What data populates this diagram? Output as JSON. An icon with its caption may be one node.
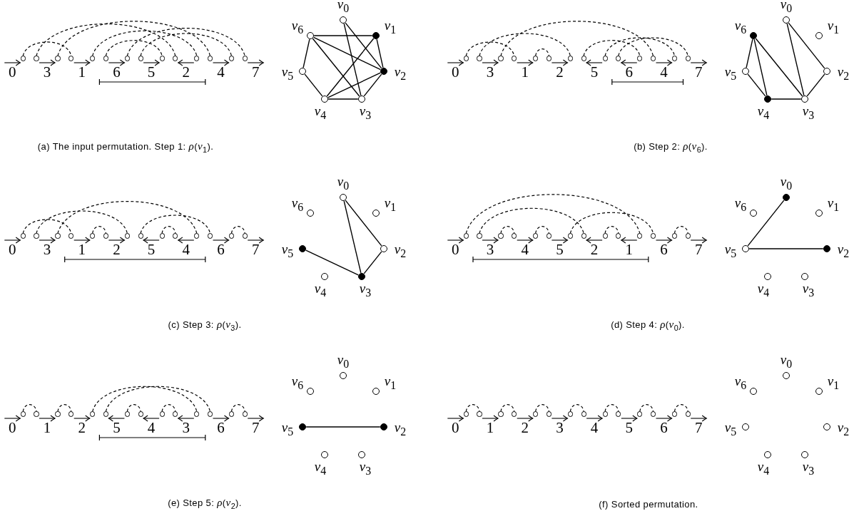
{
  "diagram": {
    "nodes": [
      {
        "text": [],
        "shape": "circle"
      },
      {
        "text": [],
        "shape": "circle"
      },
      {
        "text": [],
        "shape": "circle"
      },
      {
        "text": [],
        "shape": "circle"
      },
      {
        "text": [],
        "shape": "circle"
      },
      {
        "text": [],
        "shape": "circle"
      },
      {
        "text": [],
        "shape": "circle"
      },
      {
        "text": [],
        "shape": "circle"
      },
      {
        "text": [],
        "shape": "circle"
      },
      {
        "text": [],
        "shape": "circle"
      },
      {
        "text": [],
        "shape": "circle"
      },
      {
        "text": [],
        "shape": "circle"
      },
      {
        "text": [],
        "shape": "circle"
      },
      {
        "text": [],
        "shape": "circle"
      },
      {
        "text": [],
        "shape": "circle",
        "beside": [
          "*v*$_{0}$"
        ]
      },
      {
        "text": [],
        "shape": "circle",
        "beside": [
          "*v*$_{1}$"
        ]
      },
      {
        "text": [],
        "shape": "circle",
        "beside": [
          "*v*$_{2}$"
        ]
      },
      {
        "text": [],
        "shape": "circle",
        "beside": [
          "*v*$_{3}$"
        ]
      },
      {
        "text": [],
        "shape": "circle",
        "beside": [
          "*v*$_{4}$"
        ]
      },
      {
        "text": [],
        "shape": "circle",
        "beside": [
          "*v*$_{5}$"
        ]
      },
      {
        "text": [],
        "shape": "circle",
        "beside": [
          "*v*$_{6}$"
        ]
      },
      {
        "text": [],
        "shape": "circle"
      },
      {
        "text": [],
        "shape": "circle"
      },
      {
        "text": [],
        "shape": "circle"
      },
      {
        "text": [],
        "shape": "circle"
      },
      {
        "text": [],
        "shape": "circle"
      },
      {
        "text": [],
        "shape": "circle"
      },
      {
        "text": [],
        "shape": "circle"
      },
      {
        "text": [],
        "shape": "circle"
      },
      {
        "text": [],
        "shape": "circle"
      },
      {
        "text": [],
        "shape": "circle"
      },
      {
        "text": [],
        "shape": "circle"
      },
      {
        "text": [],
        "shape": "circle"
      },
      {
        "text": [],
        "shape": "circle"
      },
      {
        "text": [],
        "shape": "circle"
      },
      {
        "text": [],
        "shape": "circle",
        "beside": [
          "*v*$_{0}$"
        ]
      },
      {
        "text": [],
        "shape": "circle",
        "beside": [
          "*v*$_{1}$"
        ]
      },
      {
        "text": [],
        "shape": "circle",
        "beside": [
          "*v*$_{2}$"
        ]
      },
      {
        "text": [],
        "shape": "circle",
        "beside": [
          "*v*$_{3}$"
        ]
      },
      {
        "text": [],
        "shape": "circle",
        "beside": [
          "*v*$_{4}$"
        ]
      },
      {
        "text": [],
        "shape": "circle",
        "beside": [
          "*v*$_{5}$"
        ]
      },
      {
        "text": [],
        "shape": "circle",
        "beside": [
          "*v*$_{6}$"
        ]
      },
      {
        "text": [],
        "shape": "circle"
      },
      {
        "text": [],
        "shape": "circle"
      },
      {
        "text": [],
        "shape": "circle"
      },
      {
        "text": [],
        "shape": "circle"
      },
      {
        "text": [],
        "shape": "circle"
      },
      {
        "text": [],
        "shape": "circle"
      },
      {
        "text": [],
        "shape": "circle"
      },
      {
        "text": [],
        "shape": "circle"
      },
      {
        "text": [],
        "shape": "circle"
      },
      {
        "text": [],
        "shape": "circle"
      },
      {
        "text": [],
        "shape": "circle"
      },
      {
        "text": [],
        "shape": "circle"
      },
      {
        "text": [],
        "shape": "circle"
      },
      {
        "text": [],
        "shape": "circle"
      },
      {
        "text": [],
        "shape": "circle",
        "beside": [
          "*v*$_{0}$"
        ]
      },
      {
        "text": [],
        "shape": "circle",
        "beside": [
          "*v*$_{1}$"
        ]
      },
      {
        "text": [],
        "shape": "circle",
        "beside": [
          "*v*$_{2}$"
        ]
      },
      {
        "text": [],
        "shape": "circle",
        "beside": [
          "*v*$_{3}$"
        ]
      },
      {
        "text": [],
        "shape": "circle",
        "beside": [
          "*v*$_{4}$"
        ]
      },
      {
        "text": [],
        "shape": "circle",
        "beside": [
          "*v*$_{5}$"
        ]
      },
      {
        "text": [],
        "shape": "circle",
        "beside": [
          "*v*$_{6}$"
        ]
      },
      {
        "text": [],
        "shape": "circle"
      },
      {
        "text": [],
        "shape": "circle"
      },
      {
        "text": [],
        "shape": "circle"
      },
      {
        "text": [],
        "shape": "circle"
      },
      {
        "text": [],
        "shape": "circle"
      },
      {
        "text": [],
        "shape": "circle"
      },
      {
        "text": [],
        "shape": "circle"
      },
      {
        "text": [],
        "shape": "circle"
      },
      {
        "text": [],
        "shape": "circle"
      },
      {
        "text": [],
        "shape": "circle"
      },
      {
        "text": [],
        "shape": "circle"
      },
      {
        "text": [],
        "shape": "circle"
      },
      {
        "text": [],
        "shape": "circle"
      },
      {
        "text": [],
        "shape": "circle"
      },
      {
        "text": [],
        "shape": "circle",
        "beside": [
          "*v*$_{0}$"
        ]
      },
      {
        "text": [],
        "shape": "circle",
        "beside": [
          "*v*$_{1}$"
        ]
      },
      {
        "text": [],
        "shape": "circle",
        "beside": [
          "*v*$_{2}$"
        ]
      },
      {
        "text": [],
        "shape": "circle",
        "beside": [
          "*v*$_{3}$"
        ]
      },
      {
        "text": [],
        "shape": "circle",
        "beside": [
          "*v*$_{4}$"
        ]
      },
      {
        "text": [],
        "shape": "circle",
        "beside": [
          "*v*$_{5}$"
        ]
      },
      {
        "text": [],
        "shape": "circle",
        "beside": [
          "*v*$_{6}$"
        ]
      },
      {
        "text": [],
        "shape": "circle"
      },
      {
        "text": [],
        "shape": "circle"
      },
      {
        "text": [],
        "shape": "circle"
      },
      {
        "text": [],
        "shape": "circle"
      },
      {
        "text": [],
        "shape": "circle"
      },
      {
        "text": [],
        "shape": "circle"
      },
      {
        "text": [],
        "shape": "circle"
      },
      {
        "text": [],
        "shape": "circle"
      },
      {
        "text": [],
        "shape": "circle"
      },
      {
        "text": [],
        "shape": "circle"
      },
      {
        "text": [],
        "shape": "circle"
      },
      {
        "text": [],
        "shape": "circle"
      },
      {
        "text": [],
        "shape": "circle"
      },
      {
        "text": [],
        "shape": "circle"
      },
      {
        "text": [],
        "shape": "circle",
        "beside": [
          "*v*$_{0}$"
        ]
      },
      {
        "text": [],
        "shape": "circle",
        "beside": [
          "*v*$_{1}$"
        ]
      },
      {
        "text": [],
        "shape": "circle",
        "beside": [
          "*v*$_{2}$"
        ]
      },
      {
        "text": [],
        "shape": "circle",
        "beside": [
          "*v*$_{3}$"
        ]
      },
      {
        "text": [],
        "shape": "circle",
        "beside": [
          "*v*$_{4}$"
        ]
      },
      {
        "text": [],
        "shape": "circle",
        "beside": [
          "*v*$_{5}$"
        ]
      },
      {
        "text": [],
        "shape": "circle",
        "beside": [
          "*v*$_{6}$"
        ]
      },
      {
        "text": [],
        "shape": "circle"
      },
      {
        "text": [],
        "shape": "circle"
      },
      {
        "text": [],
        "shape": "circle"
      },
      {
        "text": [],
        "shape": "circle"
      },
      {
        "text": [],
        "shape": "circle"
      },
      {
        "text": [],
        "shape": "circle"
      },
      {
        "text": [],
        "shape": "circle"
      },
      {
        "text": [],
        "shape": "circle"
      },
      {
        "text": [],
        "shape": "circle"
      },
      {
        "text": [],
        "shape": "circle"
      },
      {
        "text": [],
        "shape": "circle"
      },
      {
        "text": [],
        "shape": "circle"
      },
      {
        "text": [],
        "shape": "circle"
      },
      {
        "text": [],
        "shape": "circle"
      },
      {
        "text": [],
        "shape": "circle",
        "beside": [
          "*v*$_{0}$"
        ]
      },
      {
        "text": [],
        "shape": "circle",
        "beside": [
          "*v*$_{1}$"
        ]
      },
      {
        "text": [],
        "shape": "circle",
        "beside": [
          "*v*$_{2}$"
        ]
      },
      {
        "text": [],
        "shape": "circle",
        "beside": [
          "*v*$_{3}$"
        ]
      },
      {
        "text": [],
        "shape": "circle",
        "beside": [
          "*v*$_{4}$"
        ]
      },
      {
        "text": [],
        "shape": "circle",
        "beside": [
          "*v*$_{5}$"
        ]
      },
      {
        "text": [],
        "shape": "circle",
        "beside": [
          "*v*$_{6}$"
        ]
      }
    ],
    "edges": [
      {
        "from": 0,
        "to": 3,
        "arrow": "none",
        "style": "dashed"
      },
      {
        "from": 4,
        "to": 10,
        "arrow": "none",
        "style": "dashed"
      },
      {
        "from": 9,
        "to": 1,
        "arrow": "none",
        "style": "dashed"
      },
      {
        "from": 2,
        "to": 11,
        "arrow": "none",
        "style": "dashed"
      },
      {
        "from": 12,
        "to": 7,
        "arrow": "none",
        "style": "dashed"
      },
      {
        "from": 8,
        "to": 5,
        "arrow": "none",
        "style": "dashed"
      },
      {
        "from": 6,
        "to": 13,
        "arrow": "none",
        "style": "dashed"
      },
      {
        "from": 20,
        "to": 15,
        "arrow": "none"
      },
      {
        "from": 20,
        "to": 19,
        "arrow": "none"
      },
      {
        "from": 20,
        "to": 16,
        "arrow": "none"
      },
      {
        "from": 20,
        "to": 17,
        "arrow": "none"
      },
      {
        "from": 19,
        "to": 18,
        "arrow": "none"
      },
      {
        "from": 18,
        "to": 17,
        "arrow": "none"
      },
      {
        "from": 18,
        "to": 15,
        "arrow": "none"
      },
      {
        "from": 18,
        "to": 16,
        "arrow": "none"
      },
      {
        "from": 14,
        "to": 17,
        "arrow": "none"
      },
      {
        "from": 14,
        "to": 16,
        "arrow": "none"
      },
      {
        "from": 15,
        "to": 16,
        "arrow": "none"
      },
      {
        "from": 16,
        "to": 17,
        "arrow": "none"
      },
      {
        "from": 21,
        "to": 24,
        "arrow": "none",
        "style": "dashed"
      },
      {
        "from": 25,
        "to": 26,
        "arrow": "none",
        "style": "dashed"
      },
      {
        "from": 27,
        "to": 22,
        "arrow": "none",
        "style": "dashed"
      },
      {
        "from": 23,
        "to": 32,
        "arrow": "none",
        "style": "dashed"
      },
      {
        "from": 33,
        "to": 29,
        "arrow": "none",
        "style": "dashed"
      },
      {
        "from": 28,
        "to": 31,
        "arrow": "none",
        "style": "dashed"
      },
      {
        "from": 30,
        "to": 34,
        "arrow": "none",
        "style": "dashed"
      },
      {
        "from": 41,
        "to": 40,
        "arrow": "none"
      },
      {
        "from": 41,
        "to": 39,
        "arrow": "none"
      },
      {
        "from": 41,
        "to": 38,
        "arrow": "none"
      },
      {
        "from": 40,
        "to": 39,
        "arrow": "none"
      },
      {
        "from": 39,
        "to": 38,
        "arrow": "none"
      },
      {
        "from": 35,
        "to": 38,
        "arrow": "none"
      },
      {
        "from": 35,
        "to": 37,
        "arrow": "none"
      },
      {
        "from": 37,
        "to": 38,
        "arrow": "none"
      },
      {
        "from": 42,
        "to": 45,
        "arrow": "none",
        "style": "dashed"
      },
      {
        "from": 46,
        "to": 47,
        "arrow": "none",
        "style": "dashed"
      },
      {
        "from": 48,
        "to": 43,
        "arrow": "none",
        "style": "dashed"
      },
      {
        "from": 44,
        "to": 52,
        "arrow": "none",
        "style": "dashed"
      },
      {
        "from": 51,
        "to": 50,
        "arrow": "none",
        "style": "dashed"
      },
      {
        "from": 49,
        "to": 53,
        "arrow": "none",
        "style": "dashed"
      },
      {
        "from": 54,
        "to": 55,
        "arrow": "none",
        "style": "dashed"
      },
      {
        "from": 56,
        "to": 59,
        "arrow": "none"
      },
      {
        "from": 56,
        "to": 58,
        "arrow": "none"
      },
      {
        "from": 61,
        "to": 59,
        "arrow": "none"
      },
      {
        "from": 58,
        "to": 59,
        "arrow": "none"
      },
      {
        "from": 63,
        "to": 73,
        "arrow": "none",
        "style": "dashed"
      },
      {
        "from": 72,
        "to": 71,
        "arrow": "none",
        "style": "dashed"
      },
      {
        "from": 70,
        "to": 64,
        "arrow": "none",
        "style": "dashed"
      },
      {
        "from": 65,
        "to": 66,
        "arrow": "none",
        "style": "dashed"
      },
      {
        "from": 67,
        "to": 68,
        "arrow": "none",
        "style": "dashed"
      },
      {
        "from": 69,
        "to": 74,
        "arrow": "none",
        "style": "dashed"
      },
      {
        "from": 75,
        "to": 76,
        "arrow": "none",
        "style": "dashed"
      },
      {
        "from": 77,
        "to": 82,
        "arrow": "none"
      },
      {
        "from": 82,
        "to": 79,
        "arrow": "none"
      },
      {
        "from": 84,
        "to": 85,
        "arrow": "none",
        "style": "dashed"
      },
      {
        "from": 86,
        "to": 87,
        "arrow": "none",
        "style": "dashed"
      },
      {
        "from": 88,
        "to": 94,
        "arrow": "none",
        "style": "dashed"
      },
      {
        "from": 93,
        "to": 92,
        "arrow": "none",
        "style": "dashed"
      },
      {
        "from": 91,
        "to": 90,
        "arrow": "none",
        "style": "dashed"
      },
      {
        "from": 89,
        "to": 95,
        "arrow": "none",
        "style": "dashed"
      },
      {
        "from": 96,
        "to": 97,
        "arrow": "none",
        "style": "dashed"
      },
      {
        "from": 103,
        "to": 100,
        "arrow": "none"
      },
      {
        "from": 105,
        "to": 106,
        "arrow": "none",
        "style": "dashed"
      },
      {
        "from": 107,
        "to": 108,
        "arrow": "none",
        "style": "dashed"
      },
      {
        "from": 109,
        "to": 110,
        "arrow": "none",
        "style": "dashed"
      },
      {
        "from": 111,
        "to": 112,
        "arrow": "none",
        "style": "dashed"
      },
      {
        "from": 113,
        "to": 114,
        "arrow": "none",
        "style": "dashed"
      },
      {
        "from": 115,
        "to": 116,
        "arrow": "none",
        "style": "dashed"
      },
      {
        "from": 117,
        "to": 118,
        "arrow": "none",
        "style": "dashed"
      }
    ],
    "labels": [
      "0",
      "3",
      "1",
      "6",
      "5",
      "2",
      "4",
      "7",
      "0",
      "3",
      "1",
      "2",
      "5",
      "6",
      "4",
      "7",
      "(a) The input permutation. Step 1: *ρ*(*v*$_{1}$).",
      "(b) Step 2: *ρ*(*v*$_{6}$).",
      "0",
      "3",
      "1",
      "2",
      "5",
      "4",
      "6",
      "7",
      "0",
      "3",
      "4",
      "5",
      "2",
      "1",
      "6",
      "7",
      "(c) Step 3: *ρ*(*v*$_{3}$).",
      "(d) Step 4: *ρ*(*v*$_{0}$).",
      "0",
      "1",
      "2",
      "5",
      "4",
      "3",
      "6",
      "7",
      "0",
      "1",
      "2",
      "3",
      "4",
      "5",
      "6",
      "7",
      "(e) Step 5: *ρ*(*v*$_{2}$).",
      "(f) Sorted permutation."
    ]
  }
}
